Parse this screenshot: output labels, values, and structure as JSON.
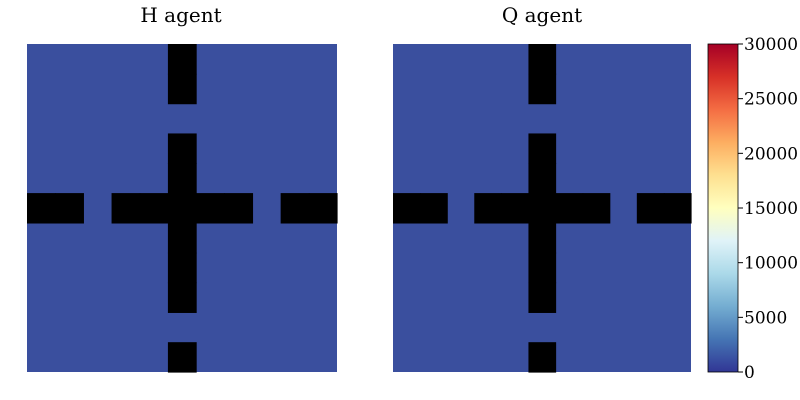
{
  "chart_data": [
    {
      "type": "heatmap",
      "title": "H agent",
      "grid_size": [
        11,
        11
      ],
      "wall_color": "#000000",
      "field_value": 0,
      "walls": [
        [
          5,
          0
        ],
        [
          5,
          1
        ],
        [
          5,
          3
        ],
        [
          5,
          4
        ],
        [
          5,
          5
        ],
        [
          5,
          6
        ],
        [
          5,
          7
        ],
        [
          5,
          8
        ],
        [
          5,
          10
        ],
        [
          0,
          5
        ],
        [
          1,
          5
        ],
        [
          3,
          5
        ],
        [
          4,
          5
        ],
        [
          6,
          5
        ],
        [
          7,
          5
        ],
        [
          9,
          5
        ],
        [
          10,
          5
        ]
      ]
    },
    {
      "type": "heatmap",
      "title": "Q agent",
      "grid_size": [
        11,
        11
      ],
      "wall_color": "#000000",
      "field_value": 0,
      "walls": [
        [
          5,
          0
        ],
        [
          5,
          1
        ],
        [
          5,
          3
        ],
        [
          5,
          4
        ],
        [
          5,
          5
        ],
        [
          5,
          6
        ],
        [
          5,
          7
        ],
        [
          5,
          8
        ],
        [
          5,
          10
        ],
        [
          0,
          5
        ],
        [
          1,
          5
        ],
        [
          3,
          5
        ],
        [
          4,
          5
        ],
        [
          6,
          5
        ],
        [
          7,
          5
        ],
        [
          9,
          5
        ],
        [
          10,
          5
        ]
      ]
    }
  ],
  "colorbar": {
    "range": [
      0,
      30000
    ],
    "ticks": [
      "0",
      "5000",
      "10000",
      "15000",
      "20000",
      "25000",
      "30000"
    ],
    "tick_values": [
      0,
      5000,
      10000,
      15000,
      20000,
      25000,
      30000
    ],
    "colormap": "RdYlBu_r",
    "stops": [
      "#313695",
      "#4575b4",
      "#74add1",
      "#abd9e9",
      "#e0f3f8",
      "#ffffbf",
      "#fee090",
      "#fdae61",
      "#f46d43",
      "#d73027",
      "#a50026"
    ]
  }
}
